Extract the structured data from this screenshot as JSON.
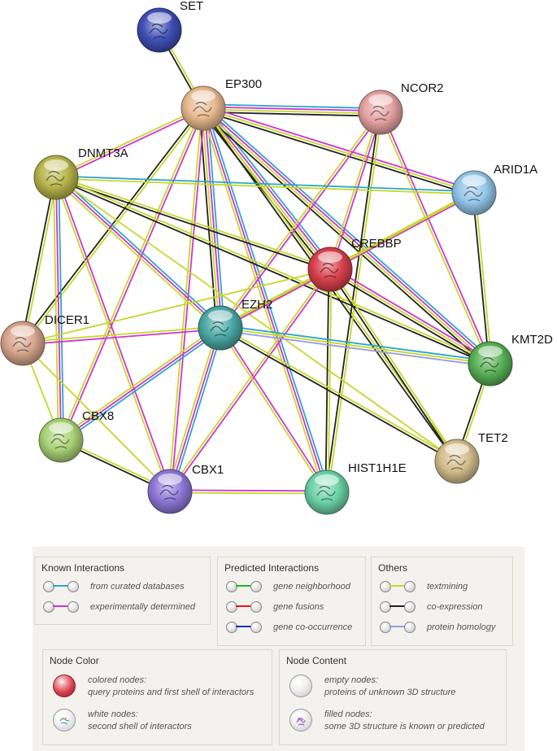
{
  "network": {
    "nodes": [
      {
        "id": "SET",
        "label": "SET",
        "color": "#3f4fb5"
      },
      {
        "id": "EP300",
        "label": "EP300",
        "color": "#e7b98f"
      },
      {
        "id": "NCOR2",
        "label": "NCOR2",
        "color": "#e4a1a1"
      },
      {
        "id": "DNMT3A",
        "label": "DNMT3A",
        "color": "#b6b44a"
      },
      {
        "id": "ARID1A",
        "label": "ARID1A",
        "color": "#93c5e8"
      },
      {
        "id": "CREBBP",
        "label": "CREBBP",
        "color": "#d8404c"
      },
      {
        "id": "DICER1",
        "label": "DICER1",
        "color": "#d7a48c"
      },
      {
        "id": "EZH2",
        "label": "EZH2",
        "color": "#4aa8a4"
      },
      {
        "id": "KMT2D",
        "label": "KMT2D",
        "color": "#58b056"
      },
      {
        "id": "CBX8",
        "label": "CBX8",
        "color": "#a9d175"
      },
      {
        "id": "TET2",
        "label": "TET2",
        "color": "#d3bd8d"
      },
      {
        "id": "CBX1",
        "label": "CBX1",
        "color": "#8e78d6"
      },
      {
        "id": "HIST1H1E",
        "label": "HIST1H1E",
        "color": "#6bd2a7"
      }
    ],
    "edges": [
      {
        "source": "SET",
        "target": "EP300",
        "types": [
          "textmining",
          "coexpression"
        ]
      },
      {
        "source": "EP300",
        "target": "NCOR2",
        "types": [
          "database",
          "experimental",
          "textmining",
          "coexpression"
        ]
      },
      {
        "source": "EP300",
        "target": "DNMT3A",
        "types": [
          "experimental",
          "textmining"
        ]
      },
      {
        "source": "EP300",
        "target": "ARID1A",
        "types": [
          "experimental",
          "textmining",
          "coexpression"
        ]
      },
      {
        "source": "EP300",
        "target": "CREBBP",
        "types": [
          "database",
          "experimental",
          "textmining",
          "coexpression"
        ]
      },
      {
        "source": "EP300",
        "target": "DICER1",
        "types": [
          "textmining",
          "coexpression"
        ]
      },
      {
        "source": "EP300",
        "target": "EZH2",
        "types": [
          "database",
          "experimental",
          "textmining",
          "coexpression"
        ]
      },
      {
        "source": "EP300",
        "target": "KMT2D",
        "types": [
          "database",
          "experimental",
          "textmining",
          "coexpression"
        ]
      },
      {
        "source": "EP300",
        "target": "CBX8",
        "types": [
          "experimental",
          "textmining"
        ]
      },
      {
        "source": "EP300",
        "target": "TET2",
        "types": [
          "textmining",
          "coexpression"
        ]
      },
      {
        "source": "EP300",
        "target": "CBX1",
        "types": [
          "experimental",
          "textmining"
        ]
      },
      {
        "source": "EP300",
        "target": "HIST1H1E",
        "types": [
          "database",
          "experimental",
          "textmining"
        ]
      },
      {
        "source": "NCOR2",
        "target": "CREBBP",
        "types": [
          "experimental",
          "textmining"
        ]
      },
      {
        "source": "NCOR2",
        "target": "EZH2",
        "types": [
          "experimental",
          "textmining"
        ]
      },
      {
        "source": "NCOR2",
        "target": "KMT2D",
        "types": [
          "experimental",
          "textmining"
        ]
      },
      {
        "source": "NCOR2",
        "target": "HIST1H1E",
        "types": [
          "textmining",
          "coexpression"
        ]
      },
      {
        "source": "DNMT3A",
        "target": "ARID1A",
        "types": [
          "database",
          "textmining"
        ]
      },
      {
        "source": "DNMT3A",
        "target": "CREBBP",
        "types": [
          "textmining",
          "coexpression"
        ]
      },
      {
        "source": "DNMT3A",
        "target": "DICER1",
        "types": [
          "textmining",
          "coexpression"
        ]
      },
      {
        "source": "DNMT3A",
        "target": "EZH2",
        "types": [
          "database",
          "experimental",
          "textmining"
        ]
      },
      {
        "source": "DNMT3A",
        "target": "KMT2D",
        "types": [
          "textmining",
          "coexpression"
        ]
      },
      {
        "source": "DNMT3A",
        "target": "CBX8",
        "types": [
          "database",
          "experimental",
          "textmining"
        ]
      },
      {
        "source": "DNMT3A",
        "target": "TET2",
        "types": [
          "textmining"
        ]
      },
      {
        "source": "DNMT3A",
        "target": "CBX1",
        "types": [
          "experimental",
          "textmining"
        ]
      },
      {
        "source": "ARID1A",
        "target": "CREBBP",
        "types": [
          "experimental",
          "textmining"
        ]
      },
      {
        "source": "ARID1A",
        "target": "EZH2",
        "types": [
          "textmining"
        ]
      },
      {
        "source": "ARID1A",
        "target": "KMT2D",
        "types": [
          "textmining",
          "coexpression"
        ]
      },
      {
        "source": "CREBBP",
        "target": "EZH2",
        "types": [
          "experimental",
          "textmining"
        ]
      },
      {
        "source": "CREBBP",
        "target": "KMT2D",
        "types": [
          "experimental",
          "textmining",
          "coexpression"
        ]
      },
      {
        "source": "CREBBP",
        "target": "DICER1",
        "types": [
          "textmining"
        ]
      },
      {
        "source": "CREBBP",
        "target": "TET2",
        "types": [
          "textmining",
          "coexpression"
        ]
      },
      {
        "source": "CREBBP",
        "target": "HIST1H1E",
        "types": [
          "textmining",
          "coexpression"
        ]
      },
      {
        "source": "CREBBP",
        "target": "CBX1",
        "types": [
          "experimental",
          "textmining"
        ]
      },
      {
        "source": "EZH2",
        "target": "KMT2D",
        "types": [
          "database",
          "textmining",
          "homology"
        ]
      },
      {
        "source": "EZH2",
        "target": "DICER1",
        "types": [
          "experimental",
          "textmining"
        ]
      },
      {
        "source": "EZH2",
        "target": "CBX8",
        "types": [
          "database",
          "experimental",
          "textmining"
        ]
      },
      {
        "source": "EZH2",
        "target": "CBX1",
        "types": [
          "database",
          "experimental",
          "textmining"
        ]
      },
      {
        "source": "EZH2",
        "target": "HIST1H1E",
        "types": [
          "experimental",
          "textmining"
        ]
      },
      {
        "source": "EZH2",
        "target": "TET2",
        "types": [
          "textmining",
          "coexpression"
        ]
      },
      {
        "source": "KMT2D",
        "target": "TET2",
        "types": [
          "textmining",
          "coexpression"
        ]
      },
      {
        "source": "DICER1",
        "target": "CBX8",
        "types": [
          "textmining"
        ]
      },
      {
        "source": "DICER1",
        "target": "CBX1",
        "types": [
          "textmining"
        ]
      },
      {
        "source": "CBX8",
        "target": "CBX1",
        "types": [
          "textmining",
          "coexpression"
        ]
      },
      {
        "source": "CBX1",
        "target": "HIST1H1E",
        "types": [
          "experimental",
          "textmining"
        ]
      }
    ],
    "edge_colors": {
      "database": "#2ea6c9",
      "experimental": "#d033d0",
      "textmining": "#c4d82a",
      "coexpression": "#222222",
      "homology": "#9a9ae6"
    }
  },
  "legend": {
    "known": {
      "title": "Known Interactions",
      "items": [
        {
          "label": "from curated databases",
          "color": "#2ea6c9"
        },
        {
          "label": "experimentally determined",
          "color": "#d033d0"
        }
      ]
    },
    "predicted": {
      "title": "Predicted Interactions",
      "items": [
        {
          "label": "gene neighborhood",
          "color": "#1eb61e"
        },
        {
          "label": "gene fusions",
          "color": "#e41a1a"
        },
        {
          "label": "gene co-occurrence",
          "color": "#1a2fbf"
        }
      ]
    },
    "others": {
      "title": "Others",
      "items": [
        {
          "label": "textmining",
          "color": "#c4d82a"
        },
        {
          "label": "co-expression",
          "color": "#222222"
        },
        {
          "label": "protein homology",
          "color": "#9a9ae6"
        }
      ]
    },
    "node_color": {
      "title": "Node Color",
      "colored_line1": "colored nodes:",
      "colored_line2": "query proteins and first shell of interactors",
      "white_line1": "white nodes:",
      "white_line2": "second shell of interactors",
      "colored_swatch": "#d8404c"
    },
    "node_content": {
      "title": "Node Content",
      "empty_line1": "empty nodes:",
      "empty_line2": "proteins of unknown 3D structure",
      "filled_line1": "filled nodes:",
      "filled_line2": "some 3D structure is known or predicted"
    }
  }
}
